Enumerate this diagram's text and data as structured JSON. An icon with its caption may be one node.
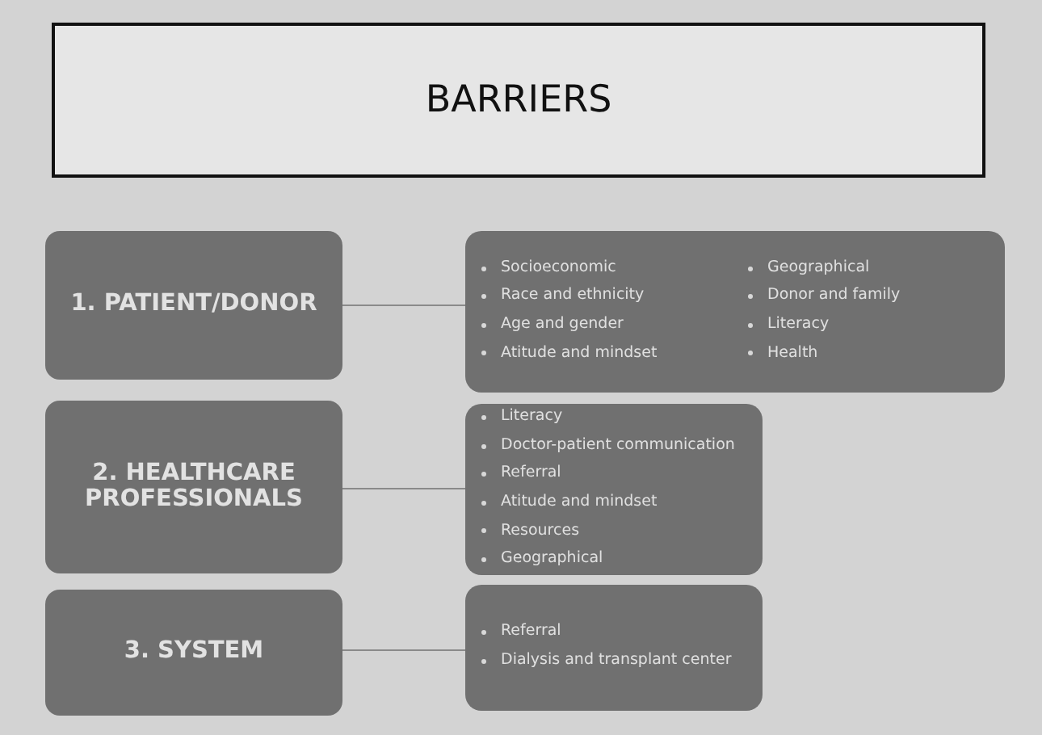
{
  "diagram": {
    "nodes": [
      {
        "text": [
          "BARRIERS"
        ]
      },
      {
        "text": [
          "1. PATIENT/DONOR"
        ]
      },
      {
        "text": [
          "Socioeconomic",
          "Race and ethnicity",
          "Age and gender",
          "Atitude and mindset",
          "Geographical",
          "Donor and family",
          "Literacy",
          "Health"
        ]
      },
      {
        "text": [
          "2. HEALTHCARE PROFESSIONALS"
        ]
      },
      {
        "text": [
          "Literacy",
          "Doctor-patient communication",
          "Referral",
          "Atitude and mindset",
          "Resources",
          "Geographical"
        ]
      },
      {
        "text": [
          "3. SYSTEM"
        ]
      },
      {
        "text": [
          "Referral",
          "Dialysis and transplant center"
        ]
      }
    ],
    "edges": [
      {
        "from": 1,
        "to": 2,
        "arrow": "none"
      },
      {
        "from": 3,
        "to": 4,
        "arrow": "none"
      },
      {
        "from": 5,
        "to": 6,
        "arrow": "none"
      }
    ]
  }
}
